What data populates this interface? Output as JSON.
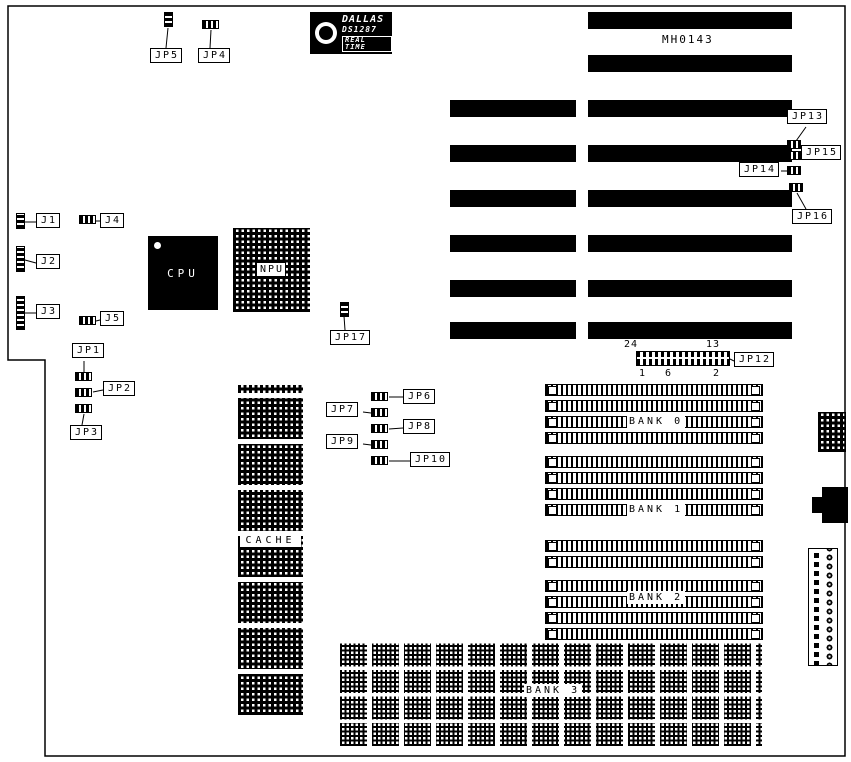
{
  "board": {
    "model": "MH0143"
  },
  "rtc": {
    "brand": "DALLAS",
    "part": "DS1287",
    "type": "REAL TIME"
  },
  "chips": {
    "cpu": "CPU",
    "npu": "NPU",
    "cache": "CACHE"
  },
  "banks": {
    "b0": "BANK 0",
    "b1": "BANK 1",
    "b2": "BANK 2",
    "b3": "BANK 3"
  },
  "jumpers": {
    "jp1": "JP1",
    "jp2": "JP2",
    "jp3": "JP3",
    "jp4": "JP4",
    "jp5": "JP5",
    "jp6": "JP6",
    "jp7": "JP7",
    "jp8": "JP8",
    "jp9": "JP9",
    "jp10": "JP10",
    "jp12": "JP12",
    "jp13": "JP13",
    "jp14": "JP14",
    "jp15": "JP15",
    "jp16": "JP16",
    "jp17": "JP17"
  },
  "connectors": {
    "j1": "J1",
    "j2": "J2",
    "j3": "J3",
    "j4": "J4",
    "j5": "J5"
  },
  "header_pins": {
    "p24": "24",
    "p13": "13",
    "p1": "1",
    "p6": "6",
    "p2": "2"
  }
}
